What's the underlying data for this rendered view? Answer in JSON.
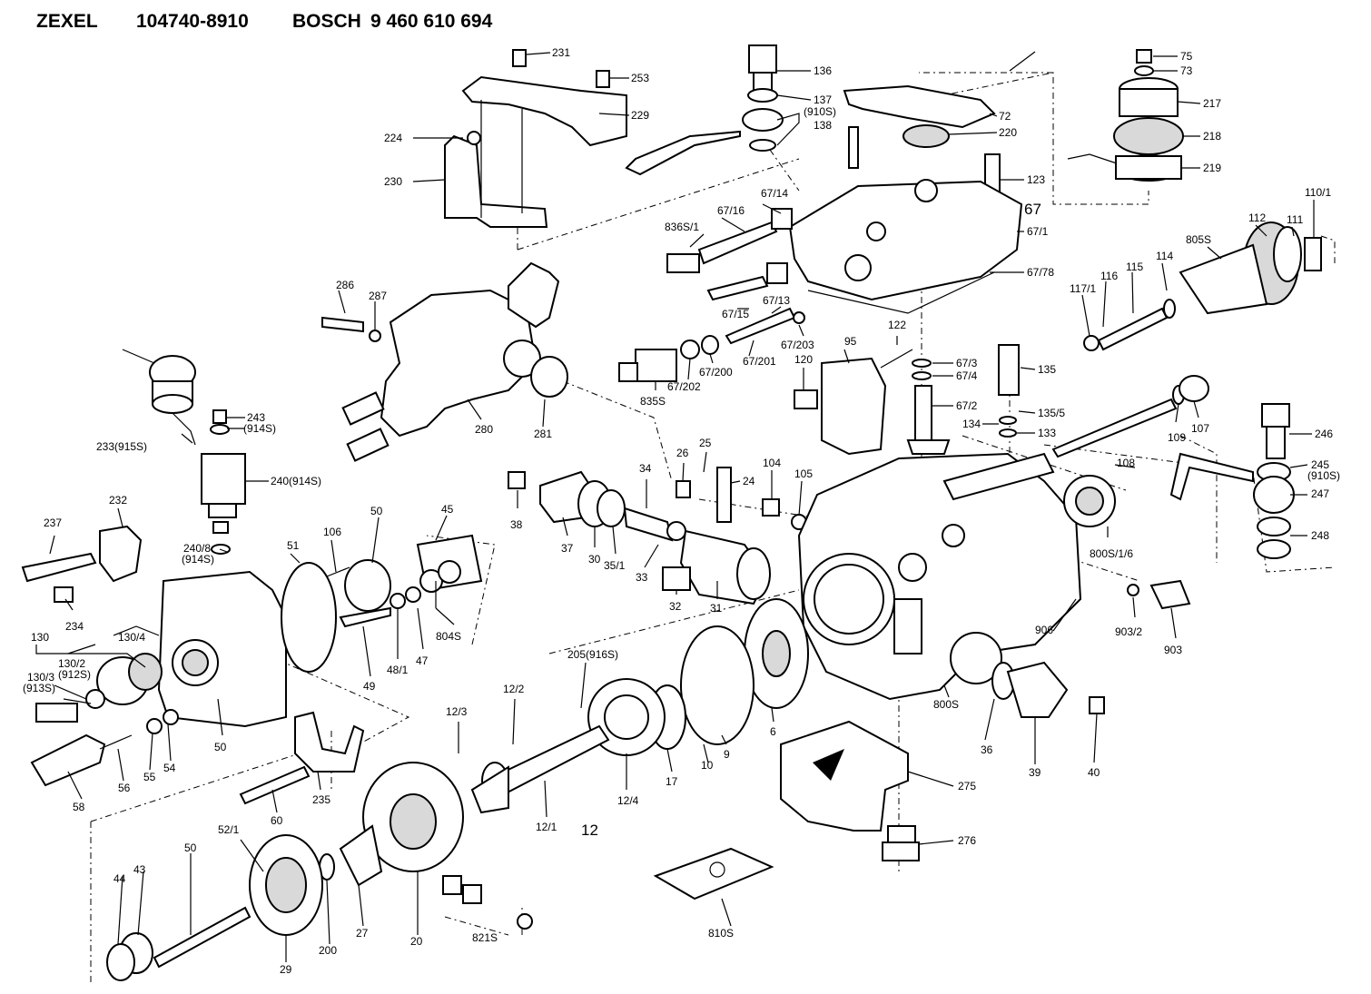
{
  "header": {
    "brand1": "ZEXEL",
    "part1": "104740-8910",
    "brand2": "BOSCH",
    "part2": "9 460 610 694"
  },
  "labels": {
    "l231": "231",
    "l253": "253",
    "l229": "229",
    "l224": "224",
    "l230": "230",
    "l136": "136",
    "l137": "137",
    "l910s_a": "(910S)",
    "l138": "138",
    "l75": "75",
    "l73": "73",
    "l217": "217",
    "l218": "218",
    "l219": "219",
    "l72": "72",
    "l220": "220",
    "l123": "123",
    "l67": "67",
    "l67_1": "67/1",
    "l67_78": "67/78",
    "l67_14": "67/14",
    "l67_16": "67/16",
    "l836s_1": "836S/1",
    "l67_15": "67/15",
    "l67_13": "67/13",
    "l67_203": "67/203",
    "l67_201": "67/201",
    "l67_200": "67/200",
    "l67_202": "67/202",
    "l835s": "835S",
    "l286": "286",
    "l287": "287",
    "l280": "280",
    "l281": "281",
    "l122": "122",
    "l95": "95",
    "l120": "120",
    "l67_3": "67/3",
    "l67_4": "67/4",
    "l67_2": "67/2",
    "l135": "135",
    "l135_5": "135/5",
    "l134": "134",
    "l133": "133",
    "l112": "112",
    "l111": "111",
    "l110_1": "110/1",
    "l805s": "805S",
    "l114": "114",
    "l115": "115",
    "l116": "116",
    "l117_1": "117/1",
    "l243": "243",
    "l914s_a": "(914S)",
    "l233": "233(915S)",
    "l240": "240(914S)",
    "l240_8": "240/8",
    "l914s_b": "(914S)",
    "l232": "232",
    "l237": "237",
    "l234": "234",
    "l51": "51",
    "l106": "106",
    "l50a": "50",
    "l45": "45",
    "l804s": "804S",
    "l47": "47",
    "l48_1": "48/1",
    "l49": "49",
    "l38": "38",
    "l37": "37",
    "l30": "30",
    "l35_1": "35/1",
    "l34": "34",
    "l33": "33",
    "l32": "32",
    "l31": "31",
    "l26": "26",
    "l25": "25",
    "l24": "24",
    "l104": "104",
    "l105": "105",
    "l108": "108",
    "l109": "109",
    "l107": "107",
    "l246": "246",
    "l245": "245",
    "l910s_b": "(910S)",
    "l247": "247",
    "l248": "248",
    "l800s_1_6": "800S/1/6",
    "l903_2": "903/2",
    "l903": "903",
    "l906": "906",
    "l130": "130",
    "l130_4": "130/4",
    "l130_2": "130/2",
    "l912s": "(912S)",
    "l130_3": "130/3",
    "l913s": "(913S)",
    "l50b": "50",
    "l54": "54",
    "l55": "55",
    "l56": "56",
    "l58": "58",
    "l235": "235",
    "l60": "60",
    "l205": "205(916S)",
    "l12_2": "12/2",
    "l12_3": "12/3",
    "l12_4": "12/4",
    "l12_1": "12/1",
    "l12": "12",
    "l17": "17",
    "l10": "10",
    "l9": "9",
    "l6": "6",
    "l800s": "800S",
    "l36": "36",
    "l39": "39",
    "l40": "40",
    "l275": "275",
    "l276": "276",
    "l52_1": "52/1",
    "l50c": "50",
    "l44": "44",
    "l43": "43",
    "l29": "29",
    "l200": "200",
    "l27": "27",
    "l20": "20",
    "l821s": "821S",
    "l810s": "810S"
  }
}
